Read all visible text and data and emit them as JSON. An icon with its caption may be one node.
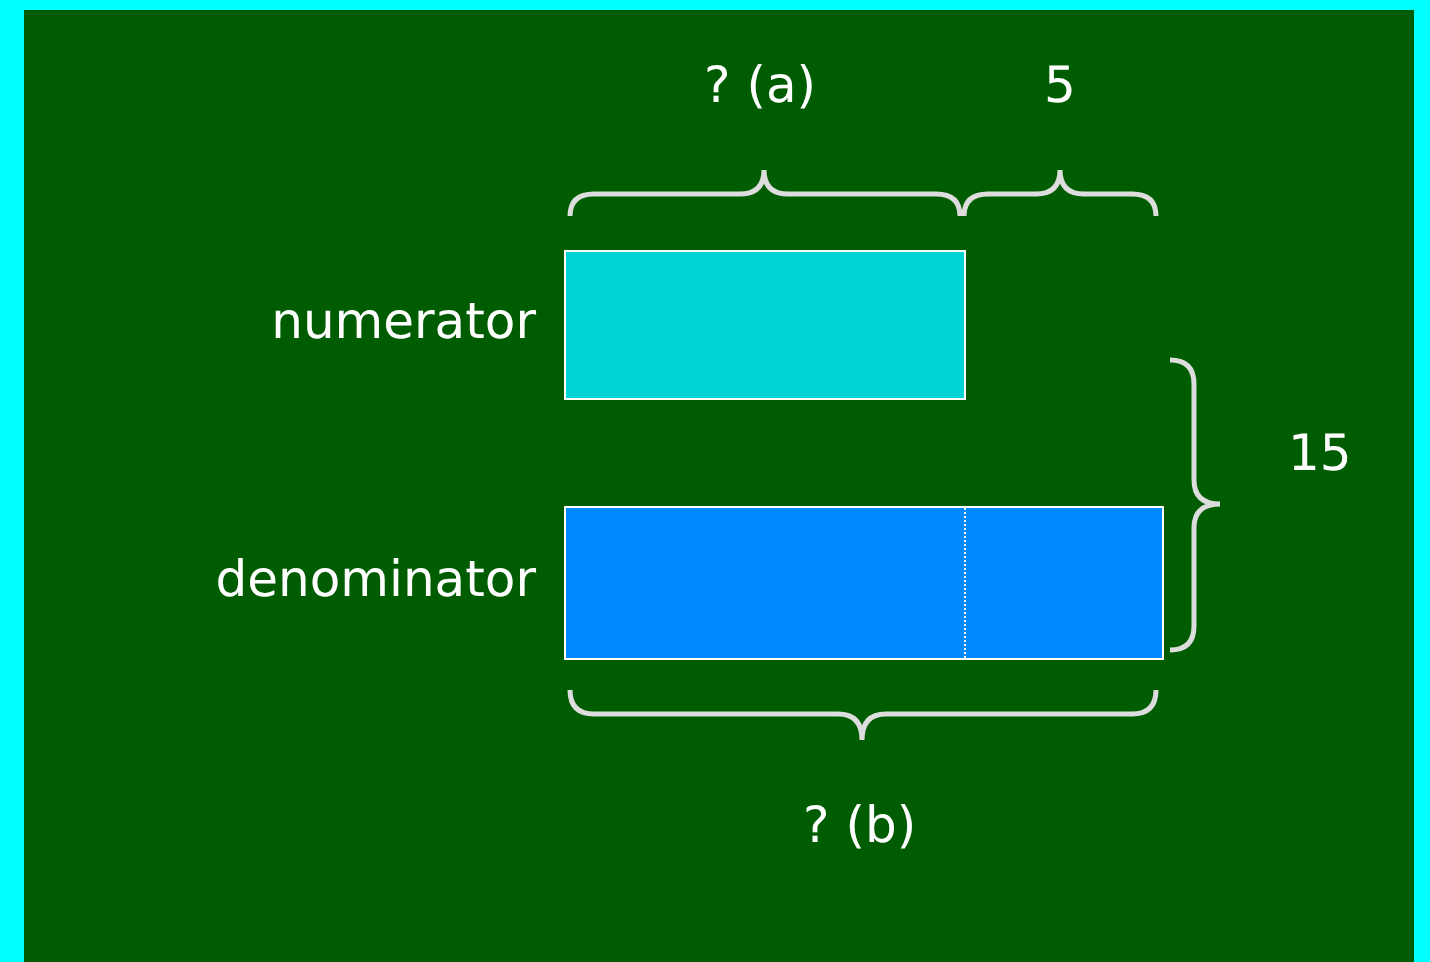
{
  "diagram": {
    "nodes": [
      {
        "text": [],
        "shape": "bar",
        "beside": [
          "numerator"
        ]
      },
      {
        "text": [],
        "shape": "bar",
        "beside": [
          "denominator"
        ]
      }
    ],
    "labels": [
      "? (a)",
      "5",
      "15",
      "? (b)"
    ]
  }
}
